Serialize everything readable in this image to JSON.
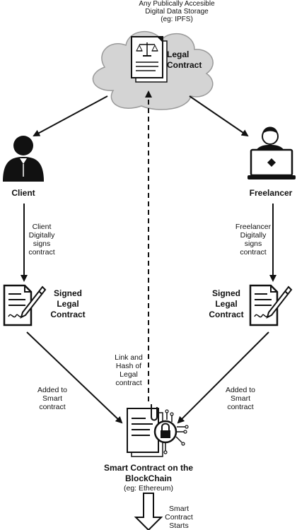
{
  "storage": {
    "caption": [
      "Any Publically Accesible",
      "Digital Data Storage",
      "(eg: IPFS)"
    ],
    "document_title": [
      "Legal",
      "Contract"
    ]
  },
  "client": {
    "label": "Client",
    "action": [
      "Client",
      "Digitally",
      "signs",
      "contract"
    ],
    "signed_doc": [
      "Signed",
      "Legal",
      "Contract"
    ],
    "added": [
      "Added to",
      "Smart",
      "contract"
    ]
  },
  "freelancer": {
    "label": "Freelancer",
    "action": [
      "Freelancer",
      "Digitally",
      "signs",
      "contract"
    ],
    "signed_doc": [
      "Signed",
      "Legal",
      "Contract"
    ],
    "added": [
      "Added to",
      "Smart",
      "contract"
    ]
  },
  "link": {
    "label": [
      "Link and",
      "Hash of",
      "Legal",
      "contract"
    ]
  },
  "smart_contract": {
    "title": [
      "Smart Contract on the",
      "BlockChain"
    ],
    "example": "(eg: Ethereum)",
    "start": [
      "Smart",
      "Contract",
      "Starts"
    ]
  },
  "colors": {
    "cloud_fill": "#d4d4d4",
    "cloud_stroke": "#9a9a9a",
    "ink": "#111111"
  }
}
